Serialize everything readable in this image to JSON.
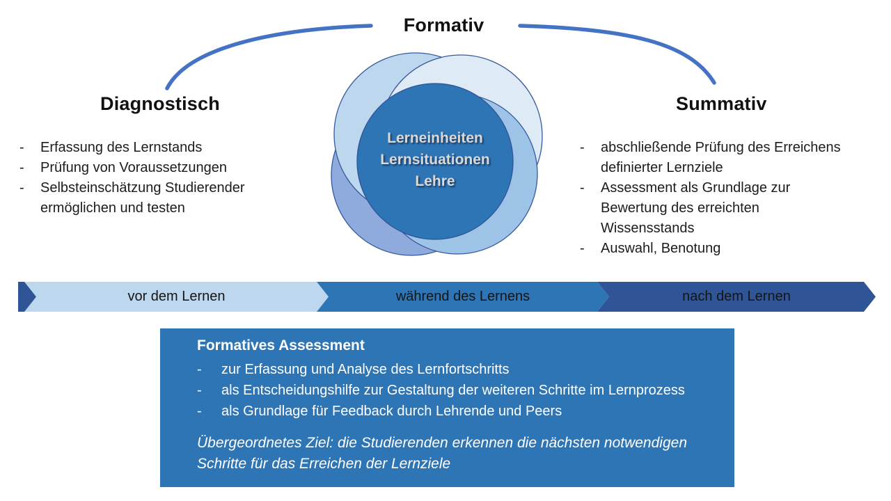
{
  "header": {
    "title": "Formativ",
    "connector_color": "#4472C4"
  },
  "left_section": {
    "heading": "Diagnostisch",
    "bullet_marker": "-",
    "bullets": [
      {
        "lines": [
          "Erfassung des Lernstands"
        ]
      },
      {
        "lines": [
          "Prüfung von Voraussetzungen"
        ]
      },
      {
        "lines": [
          "Selbsteinschätzung Studierender",
          "ermöglichen und testen"
        ]
      }
    ]
  },
  "right_section": {
    "heading": "Summativ",
    "bullet_marker": "-",
    "bullets": [
      {
        "lines": [
          "abschließende Prüfung des Erreichens",
          "definierter Lernziele"
        ]
      },
      {
        "lines": [
          "Assessment als Grundlage zur",
          "Bewertung des erreichten",
          "Wissensstands"
        ]
      },
      {
        "lines": [
          "Auswahl, Benotung"
        ]
      }
    ]
  },
  "venn": {
    "labels": [
      "Lerneinheiten",
      "Lernsituationen",
      "Lehre"
    ],
    "colors": {
      "top_left": "#BDD7EE",
      "top_right": "#DEEBF7",
      "bottom_left": "#8FAADC",
      "bottom_right": "#9DC3E6",
      "center": "#2E75B6",
      "outline": "#35599E"
    }
  },
  "timeline": {
    "start_chevron_color": "#2F5597",
    "segments": [
      {
        "label": "vor dem Lernen",
        "color": "#BDD7EE"
      },
      {
        "label": "während des Lernens",
        "color": "#2E75B6"
      },
      {
        "label": "nach dem Lernen",
        "color": "#2F5597"
      }
    ]
  },
  "assessment_box": {
    "background": "#2E75B6",
    "title": "Formatives Assessment",
    "bullet_marker": "-",
    "bullets": [
      "zur Erfassung und Analyse des Lernfortschritts",
      "als Entscheidungshilfe zur Gestaltung der weiteren Schritte im Lernprozess",
      "als Grundlage für Feedback durch Lehrende und Peers"
    ],
    "goal_lines": [
      "Übergeordnetes Ziel: die Studierenden erkennen die nächsten notwendigen",
      "Schritte für das Erreichen der Lernziele"
    ]
  }
}
